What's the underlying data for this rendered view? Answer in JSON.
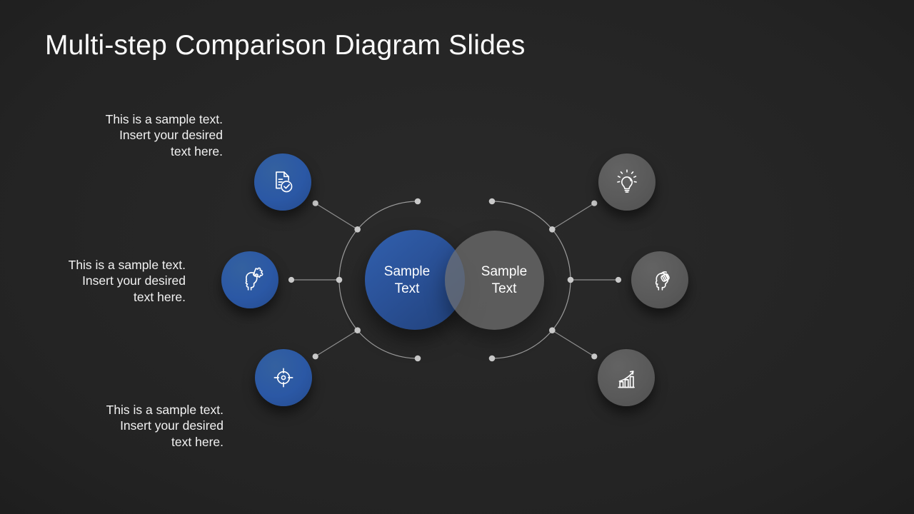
{
  "slide": {
    "title": "Multi-step Comparison Diagram Slides"
  },
  "annotations": [
    {
      "line1": "This is a sample text.",
      "line2": "Insert your desired",
      "line3": "text here."
    },
    {
      "line1": "This is a sample text.",
      "line2": "Insert your desired",
      "line3": "text here."
    },
    {
      "line1": "This is a sample text.",
      "line2": "Insert your desired",
      "line3": "text here."
    }
  ],
  "venn": {
    "left": {
      "line1": "Sample",
      "line2": "Text"
    },
    "right": {
      "line1": "Sample",
      "line2": "Text"
    }
  },
  "icons": {
    "top_left": "document-check-icon",
    "middle_left": "puzzle-head-icon",
    "bottom_left": "target-icon",
    "top_right": "lightbulb-icon",
    "middle_right": "mind-hand-icon",
    "bottom_right": "growth-chart-icon"
  },
  "colors": {
    "background": "#252525",
    "accent_blue": "#2b58a5",
    "accent_gray": "#595959",
    "venn_overlap": "#5a667b",
    "connector_line": "#8f8f8f",
    "dot": "#c9c9c9",
    "text": "#ffffff"
  }
}
